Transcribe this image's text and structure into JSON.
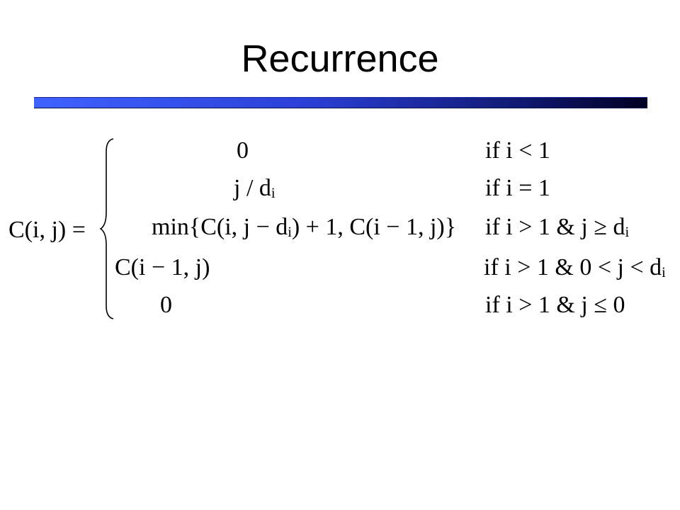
{
  "slide": {
    "title": "Recurrence"
  },
  "equation": {
    "lhs": "C(i, j) =",
    "cases": [
      {
        "expr": "0",
        "cond": "if i < 1"
      },
      {
        "expr": "j / dᵢ",
        "cond": "if i = 1"
      },
      {
        "expr": "min{C(i, j − dᵢ) + 1, C(i − 1, j)}",
        "cond": "if i > 1 & j ≥ dᵢ"
      },
      {
        "expr": "C(i − 1, j)",
        "cond": "if i > 1 & 0 < j < dᵢ"
      },
      {
        "expr": "0",
        "cond": "if i > 1 & j ≤ 0"
      }
    ]
  }
}
